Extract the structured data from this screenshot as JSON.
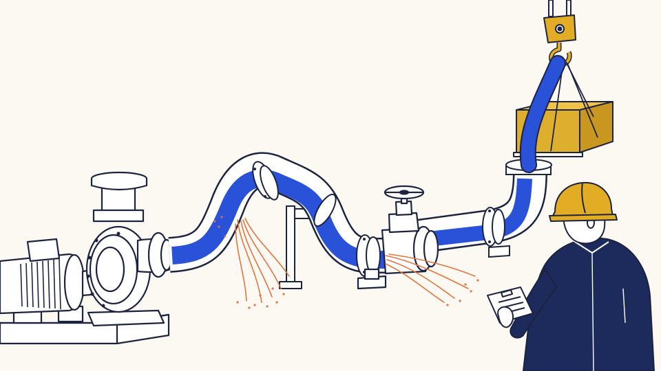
{
  "scene": {
    "elements": [
      "electric-motor",
      "centrifugal-pump",
      "pipeline",
      "gate-valve",
      "pipe-support",
      "crane-hook",
      "yellow-cargo-crate",
      "safety-inspector",
      "clipboard"
    ],
    "leak_points": 2
  },
  "colors": {
    "background": "#fbf9f2",
    "outline": "#1c2340",
    "flow_blue": "#2a52d8",
    "hard_hat_yellow": "#e2ad24",
    "crate_yellow": "#deae2e",
    "jacket_navy": "#1c2b5c",
    "leak_orange": "#e5743f",
    "pipe_white": "#ffffff"
  }
}
